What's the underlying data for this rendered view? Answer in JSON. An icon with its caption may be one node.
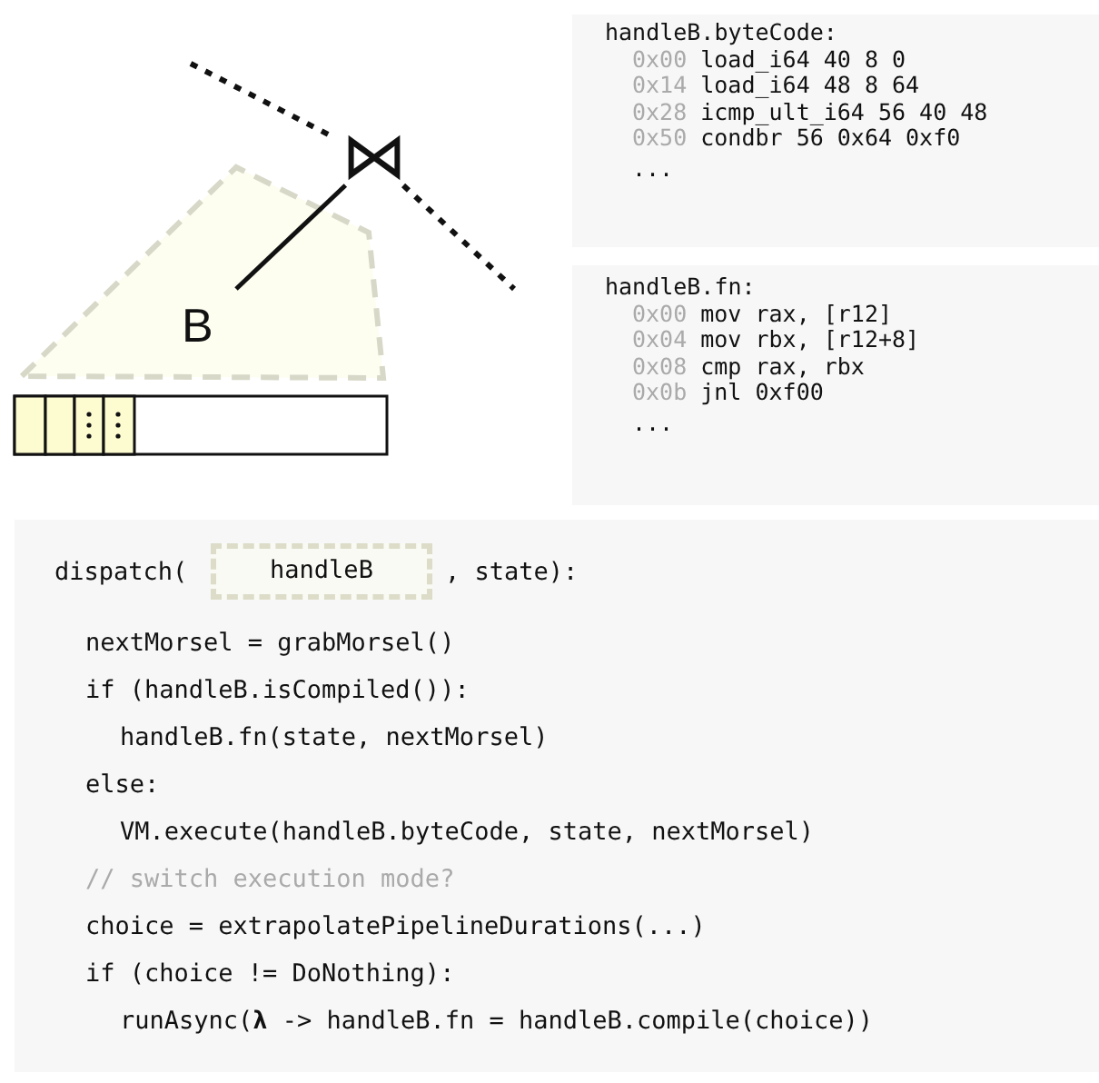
{
  "diagram": {
    "nodes": [
      {
        "text": [
          "B"
        ]
      },
      {
        "text": [
          "⋈"
        ]
      },
      {
        "text": [
          "handleB.byteCode:",
          "0x00 load_i64 40 8 0",
          "0x14 load_i64 48 8 64",
          "0x28 icmp_ult_i64 56 40 48",
          "0x50 condbr 56 0x64 0xf0",
          "..."
        ]
      },
      {
        "text": [
          "handleB.fn:",
          "0x00 mov rax, [r12]",
          "0x04 mov rbx, [r12+8]",
          "0x08 cmp rax, rbx",
          "0x0b jnl 0xf00",
          "..."
        ]
      },
      {
        "text": [
          "dispatch(",
          ", state):",
          "nextMorsel = grabMorsel()",
          "if (handleB.isCompiled()):",
          "handleB.fn(state, nextMorsel)",
          "else:",
          "VM.execute(handleB.byteCode, state, nextMorsel)",
          "// switch execution mode?",
          "choice = extrapolatePipelineDurations(...)",
          "if (choice != DoNothing):",
          "runAsync(**λ** -> handleB.fn = handleB.compile(choice))"
        ]
      },
      {
        "text": [
          "handleB"
        ],
        "in": 4
      }
    ],
    "edges": [
      {
        "from": 0,
        "to": 1,
        "arrow": "none"
      },
      {
        "from": null,
        "to": 1,
        "arrow": "none",
        "style": "dashed"
      },
      {
        "from": 1,
        "to": null,
        "arrow": "none",
        "style": "dashed"
      }
    ]
  }
}
